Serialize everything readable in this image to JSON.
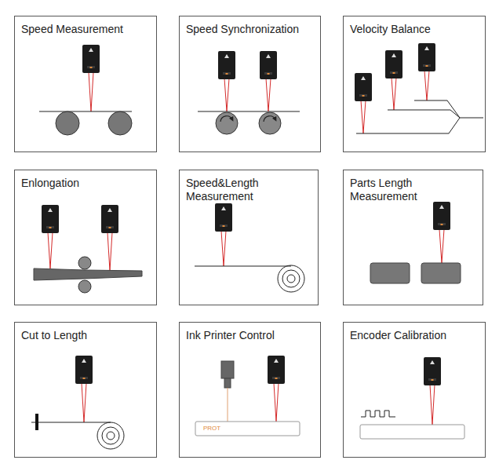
{
  "diagram": {
    "nodes": [
      {
        "text": [
          "Speed Measurement"
        ]
      },
      {
        "text": [
          "Speed Synchronization"
        ]
      },
      {
        "text": [
          "Velocity Balance"
        ]
      },
      {
        "text": [
          "Enlongation"
        ]
      },
      {
        "text": [
          "Speed&Length Measurement"
        ]
      },
      {
        "text": [
          "Parts Length Measurement"
        ]
      },
      {
        "text": [
          "Cut to Length"
        ]
      },
      {
        "text": [
          "Ink Printer Control"
        ]
      },
      {
        "text": [
          "Encoder Calibration"
        ]
      }
    ],
    "labels": [
      "PROT"
    ]
  }
}
